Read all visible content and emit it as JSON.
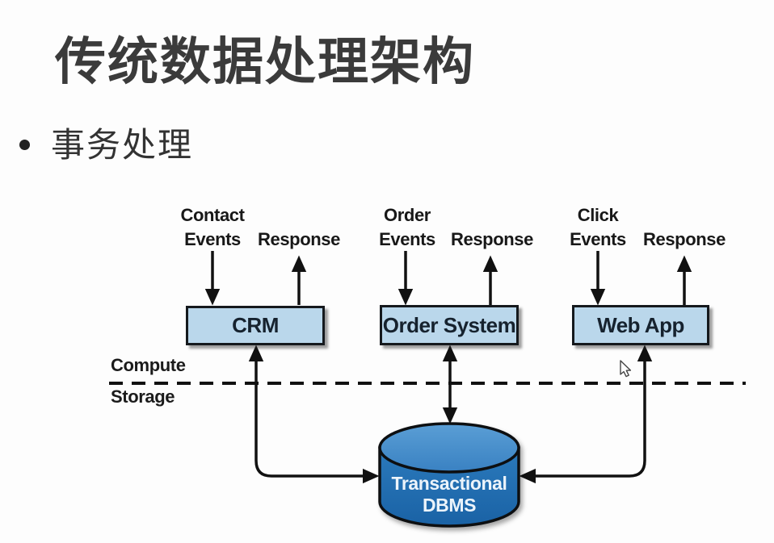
{
  "slide": {
    "title": "传统数据处理架构",
    "bullet": "事务处理"
  },
  "diagram": {
    "systems": [
      {
        "name": "CRM",
        "input_line1": "Contact",
        "input_line2": "Events",
        "response": "Response"
      },
      {
        "name": "Order System",
        "input_line1": "Order",
        "input_line2": "Events",
        "response": "Response"
      },
      {
        "name": "Web App",
        "input_line1": "Click",
        "input_line2": "Events",
        "response": "Response"
      }
    ],
    "divider": {
      "above_label": "Compute",
      "below_label": "Storage"
    },
    "database": {
      "line1": "Transactional",
      "line2": "DBMS"
    },
    "colors": {
      "box_fill": "#bad7eb",
      "box_border": "#15191d",
      "db_body": "#2272b8",
      "db_top": "#4e94cf",
      "arrow": "#111111",
      "db_text": "#ecf4fb",
      "title_text": "#3b3b3b"
    }
  }
}
